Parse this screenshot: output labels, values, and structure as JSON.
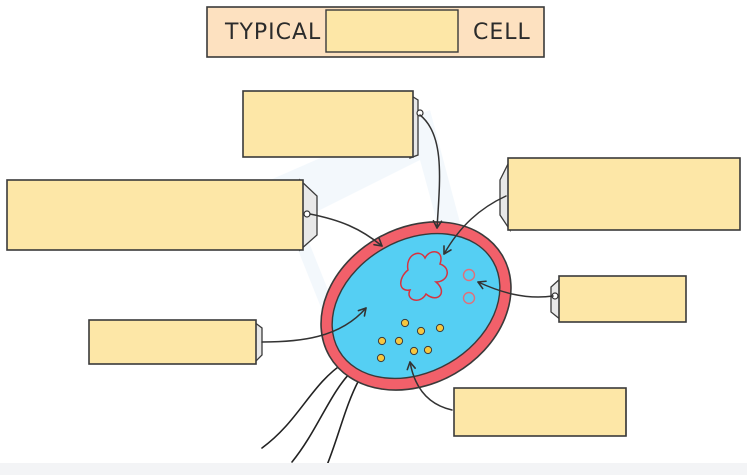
{
  "title": {
    "left_word": "TYPICAL",
    "right_word": "CELL",
    "blank_value": ""
  },
  "label_boxes": [
    {
      "id": "top-center",
      "value": ""
    },
    {
      "id": "left-large",
      "value": ""
    },
    {
      "id": "right-large",
      "value": ""
    },
    {
      "id": "left-small",
      "value": ""
    },
    {
      "id": "right-small",
      "value": ""
    },
    {
      "id": "bottom-right",
      "value": ""
    }
  ],
  "colors": {
    "box_fill": "#fde7a7",
    "title_fill": "#fde1c0",
    "cell_wall": "#f2606a",
    "cytoplasm": "#55cff3",
    "dna_stroke": "#d8333f",
    "ribosome": "#f5c63e",
    "outline": "#3a3a3a"
  }
}
